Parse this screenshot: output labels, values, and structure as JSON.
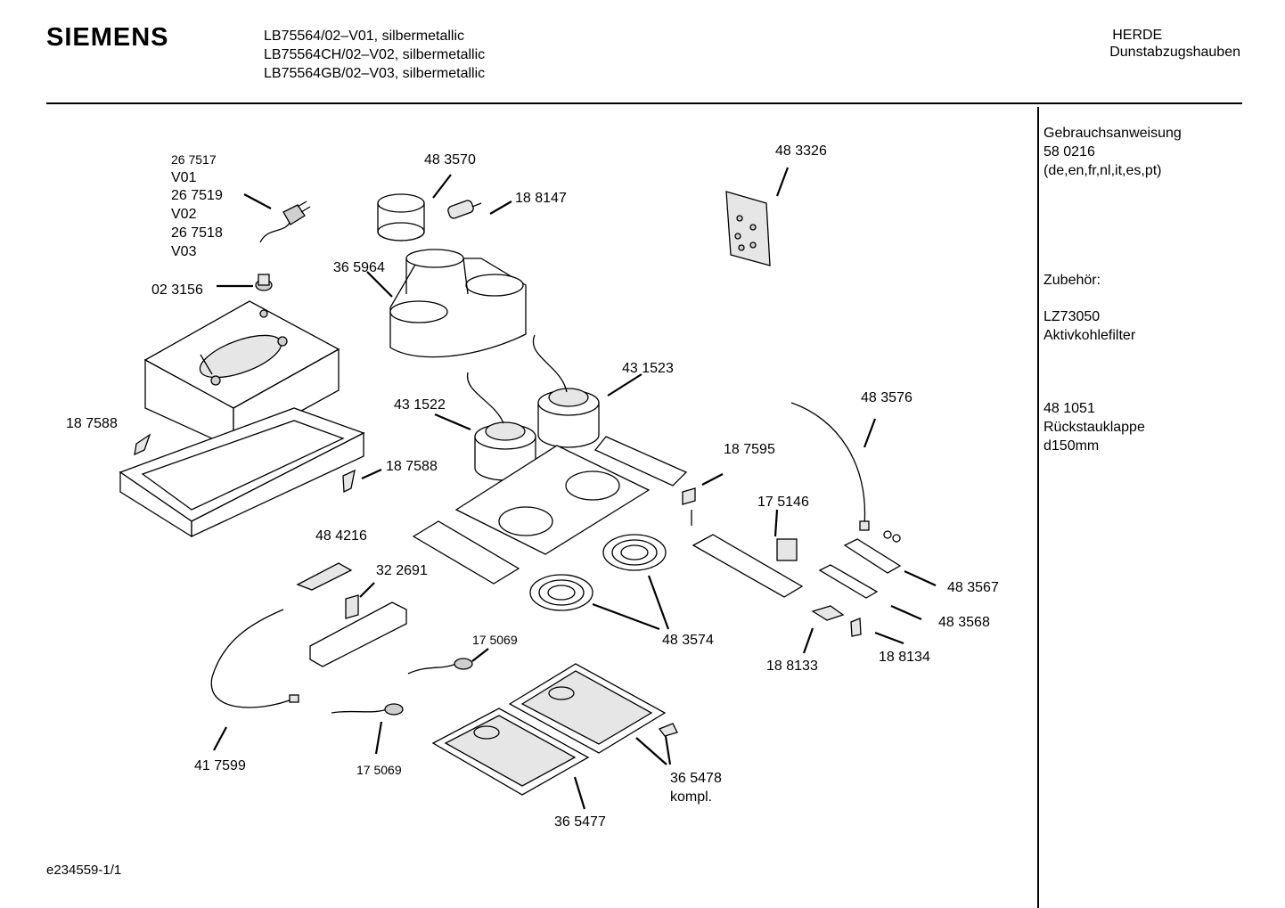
{
  "header": {
    "brand": "SIEMENS",
    "models": [
      "LB75564/02–V01,  silbermetallic",
      "LB75564CH/02–V02,  silbermetallic",
      "LB75564GB/02–V03,  silbermetallic"
    ],
    "category_line1": "HERDE",
    "category_line2": "Dunstabzugshauben"
  },
  "sidebar": {
    "manual_title": "Gebrauchsanweisung",
    "manual_number": "58 0216",
    "manual_languages": "(de,en,fr,nl,it,es,pt)",
    "accessories_title": "Zubehör:",
    "accessory_1_code": "LZ73050",
    "accessory_1_name": "Aktivkohlefilter",
    "accessory_2_code": "48 1051",
    "accessory_2_name": "Rückstauklappe",
    "accessory_2_size": "d150mm"
  },
  "parts": {
    "cable_267517": "26 7517",
    "v01": "V01",
    "cable_267519": "26 7519",
    "v02": "V02",
    "cable_267518": "26 7518",
    "v03": "V03",
    "p_023156": "02 3156",
    "p_483570": "48 3570",
    "p_188147": "18 8147",
    "p_365964": "36 5964",
    "p_483326": "48 3326",
    "p_187588_a": "18 7588",
    "p_187588_b": "18 7588",
    "p_431522": "43 1522",
    "p_431523": "43 1523",
    "p_483576": "48 3576",
    "p_187595": "18 7595",
    "p_175146": "17 5146",
    "p_484216": "48 4216",
    "p_322691": "32 2691",
    "p_483567": "48 3567",
    "p_483568": "48 3568",
    "p_483574": "48 3574",
    "p_188133": "18 8133",
    "p_188134": "18 8134",
    "p_175069_a": "17 5069",
    "p_175069_b": "17 5069",
    "p_417599": "41 7599",
    "p_365478": "36 5478",
    "p_365478_note": "kompl.",
    "p_365477": "36 5477"
  },
  "footer": {
    "doc_id": "e234559-1/1"
  }
}
